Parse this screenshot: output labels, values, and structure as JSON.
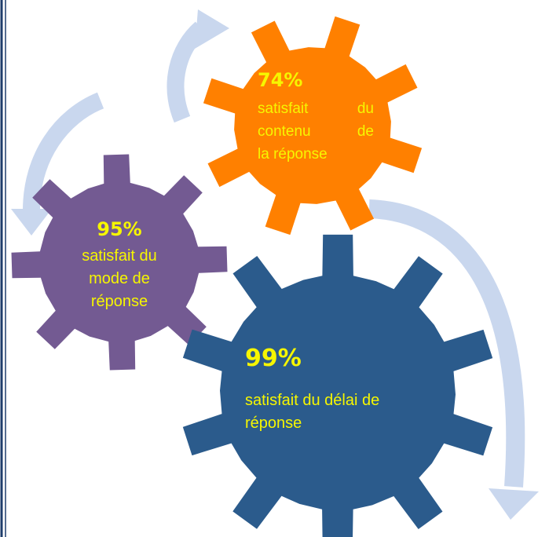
{
  "colors": {
    "frame": "#1f3d6b",
    "arrow": "#c9d7ee",
    "label_text": "#f6f600",
    "gear_orange": "#ff8000",
    "gear_purple": "#735a92",
    "gear_blue": "#2b5b8c"
  },
  "gears": {
    "orange": {
      "percent": "74%",
      "line1_left": "satisfait",
      "line1_right": "du",
      "line2_left": "contenu",
      "line2_right": "de",
      "line3": "la réponse"
    },
    "purple": {
      "percent": "95%",
      "line1": "satisfait du",
      "line2": "mode de",
      "line3": "réponse"
    },
    "blue": {
      "percent": "99%",
      "line1": "satisfait du délai de",
      "line2": "réponse"
    }
  },
  "arrows": [
    "curved-arrow-top",
    "curved-arrow-left",
    "curved-arrow-right"
  ]
}
